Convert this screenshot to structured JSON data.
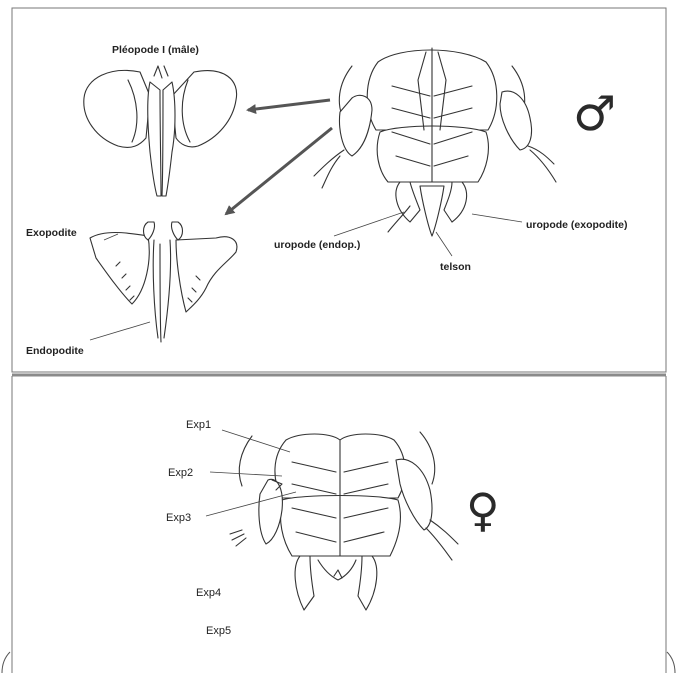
{
  "male_panel": {
    "title": "Pléopode I (mâle)",
    "labels": {
      "exopodite": "Exopodite",
      "endopodite": "Endopodite",
      "uropode_endop": "uropode (endop.)",
      "uropode_exop": "uropode (exopodite)",
      "telson": "telson"
    },
    "sex_symbol": "♂"
  },
  "female_panel": {
    "labels": [
      "Exp1",
      "Exp2",
      "Exp3",
      "Exp4",
      "Exp5"
    ],
    "sex_symbol": "♀"
  },
  "colors": {
    "ink": "#333333",
    "frame": "#777777",
    "divider": "#8a8a8a",
    "arrow": "#555555"
  }
}
